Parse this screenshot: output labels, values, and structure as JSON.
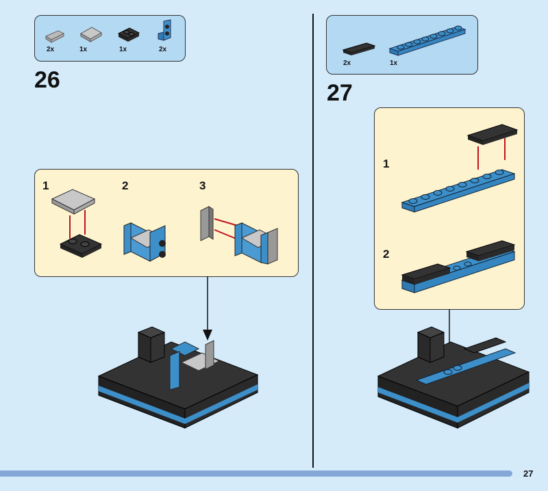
{
  "page_number": "27",
  "steps": [
    {
      "number": "26",
      "parts": [
        {
          "qty": "2x",
          "icon": "grille-tile-light-gray"
        },
        {
          "qty": "1x",
          "icon": "tile-2x2-light-gray"
        },
        {
          "qty": "1x",
          "icon": "plate-with-clips-black"
        },
        {
          "qty": "2x",
          "icon": "bracket-blue"
        }
      ],
      "substeps": [
        "1",
        "2",
        "3"
      ]
    },
    {
      "number": "27",
      "parts": [
        {
          "qty": "2x",
          "icon": "tile-1x3-black"
        },
        {
          "qty": "1x",
          "icon": "plate-1x8-blue"
        }
      ],
      "substeps": [
        "1",
        "2"
      ]
    }
  ],
  "colors": {
    "background": "#d5ebfa",
    "parts_box": "#b4d9f3",
    "callout": "#fdf3cf",
    "progress": "#85a7d8",
    "blue_brick": "#3d8fc9",
    "black_brick": "#2a2a2a",
    "arrow": "#c0141c"
  },
  "progress": 0.94
}
